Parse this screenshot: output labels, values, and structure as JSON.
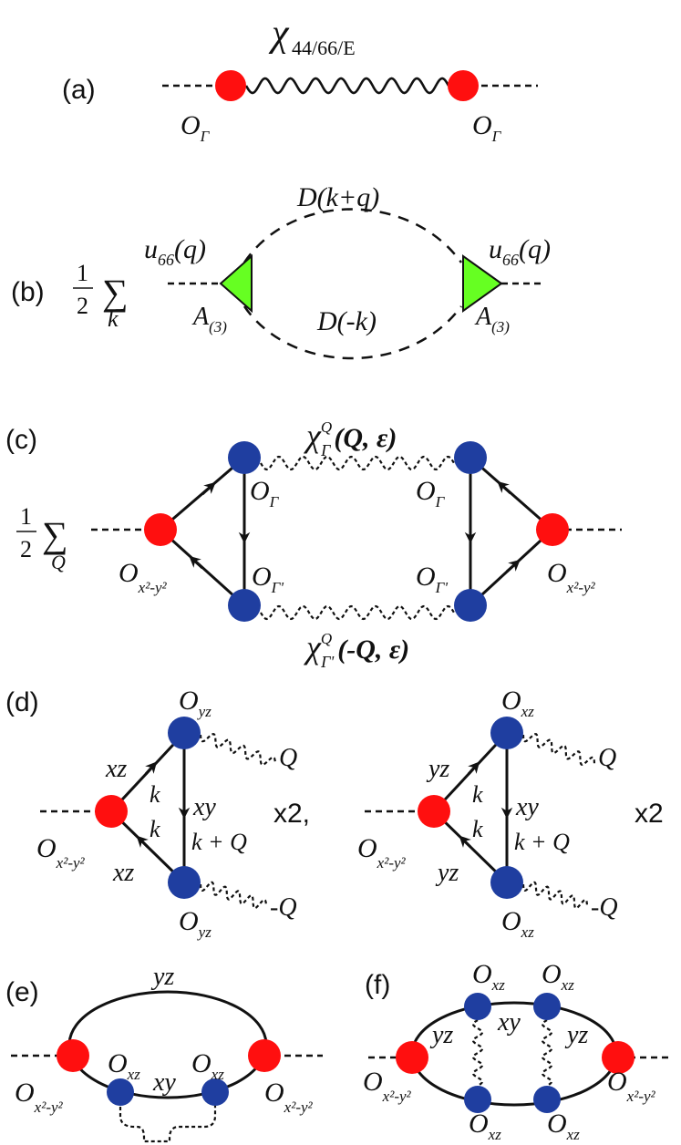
{
  "colors": {
    "red_vertex": "#ff0f0f",
    "blue_vertex": "#1f3ea0",
    "green_vertex": "#66ff22",
    "green_text": "#7ed321",
    "red_text": "#e51f1f",
    "blue_text": "#2b47d6",
    "line": "#111111"
  },
  "panel_a": {
    "label": "(a)",
    "chi": "χ",
    "chi_sub": "44/66/E",
    "O": "O",
    "gamma": "Γ"
  },
  "panel_b": {
    "label": "(b)",
    "half_num": "1",
    "half_den": "2",
    "sum": "∑",
    "k": "k",
    "u": "u",
    "u_sub": "66",
    "u_arg": "(q)",
    "D_top": "D(k+q)",
    "D_bottom": "D(-k)",
    "A": "A",
    "A_sub": "(3)"
  },
  "panel_c": {
    "label": "(c)",
    "half_num": "1",
    "half_den": "2",
    "sum": "∑",
    "Q": "Q",
    "chi": "χ",
    "sup_Q": "Q",
    "gamma": "Γ",
    "gamma_prime": "Γ'",
    "top_arg": "(Q, ε)",
    "bottom_arg": "(-Q, ε)",
    "O": "O",
    "x2y2": "x²-y²"
  },
  "panel_d": {
    "label": "(d)",
    "left": {
      "O_top_sub": "yz",
      "O_bottom_sub": "yz",
      "orb_top": "xz",
      "orb_bottom": "xz",
      "orb_right": "xy",
      "k_top": "k",
      "k_bottom": "k",
      "kq": "k + Q",
      "Q_top": "Q",
      "Q_bottom": "-Q",
      "mult": "x2,"
    },
    "right": {
      "O_top_sub": "xz",
      "O_bottom_sub": "xz",
      "orb_top": "yz",
      "orb_bottom": "yz",
      "orb_right": "xy",
      "k_top": "k",
      "k_bottom": "k",
      "kq": "k + Q",
      "Q_top": "Q",
      "Q_bottom": "-Q",
      "mult": "x2"
    },
    "O": "O",
    "x2y2": "x²-y²"
  },
  "panel_e": {
    "label": "(e)",
    "orb_top": "yz",
    "orb_bottom": "xy",
    "O": "O",
    "xz": "xz",
    "x2y2": "x²-y²"
  },
  "panel_f": {
    "label": "(f)",
    "orb_center": "xy",
    "orb_left": "yz",
    "orb_right": "yz",
    "O": "O",
    "xz": "xz",
    "x2y2": "x²-y²"
  }
}
